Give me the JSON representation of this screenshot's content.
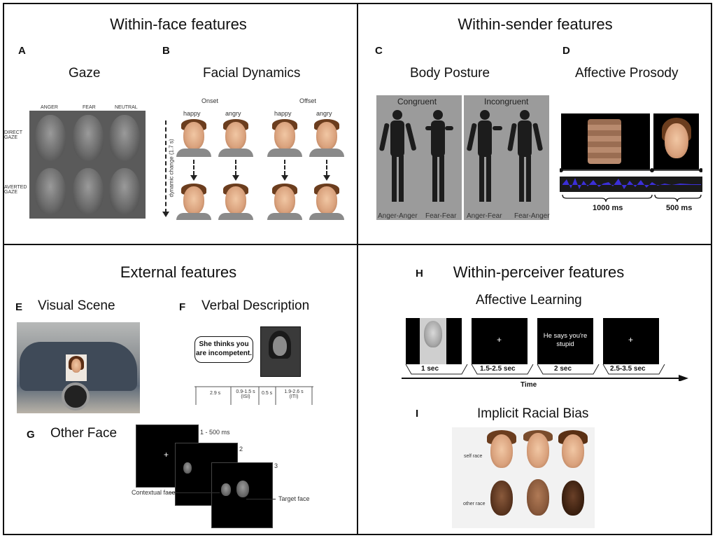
{
  "quadrants": {
    "top_left": "Within-face features",
    "top_right": "Within-sender features",
    "bottom_left": "External features",
    "bottom_right": "Within-perceiver features"
  },
  "panels": {
    "A": {
      "letter": "A",
      "title": "Gaze",
      "col_labels": [
        "ANGER",
        "FEAR",
        "NEUTRAL"
      ],
      "row_labels": [
        "DIRECT GAZE",
        "AVERTED GAZE"
      ]
    },
    "B": {
      "letter": "B",
      "title": "Facial Dynamics",
      "onset": "Onset",
      "offset": "Offset",
      "labels": [
        "happy",
        "angry",
        "happy",
        "angry"
      ],
      "axis": "dynamic change (1.7 s)"
    },
    "C": {
      "letter": "C",
      "title": "Body Posture",
      "congruent": "Congruent",
      "incongruent": "Incongruent",
      "bottom": [
        "Anger-Anger",
        "Fear-Fear",
        "Anger-Fear",
        "Fear-Anger"
      ]
    },
    "D": {
      "letter": "D",
      "title": "Affective Prosody",
      "t1": "1000 ms",
      "t2": "500 ms"
    },
    "E": {
      "letter": "E",
      "title": "Visual Scene"
    },
    "F": {
      "letter": "F",
      "title": "Verbal Description",
      "bubble": "She thinks you are incompetent.",
      "times": [
        "2.9 s",
        "0.9-1.5 s (ISI)",
        "0.5 s",
        "1.9-2.6 s (ITI)"
      ]
    },
    "G": {
      "letter": "G",
      "title": "Other Face",
      "time": "1 - 500 ms",
      "n2": "2",
      "n3": "3",
      "contextual": "Contextual face",
      "target": "Target face",
      "plus": "+"
    },
    "H": {
      "letter": "H",
      "title": "Affective Learning",
      "says": "He says you're stupid",
      "plus": "+",
      "durations": [
        "1 sec",
        "1.5-2.5 sec",
        "2 sec",
        "2.5-3.5 sec"
      ],
      "time": "Time"
    },
    "I": {
      "letter": "I",
      "title": "Implicit Racial Bias",
      "self": "self race",
      "other": "other race"
    }
  },
  "colors": {
    "waveform": "#3b2fd8",
    "gray_panel": "#9b9b9b"
  }
}
